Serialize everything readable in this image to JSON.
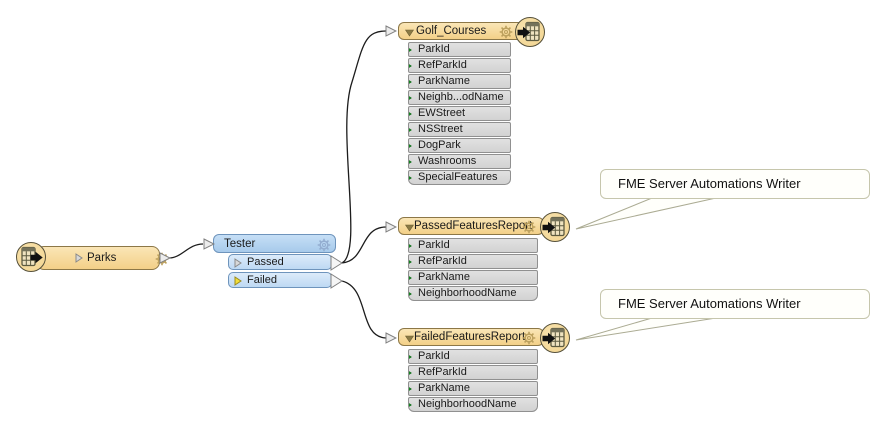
{
  "workspace": {
    "kind": "fme-workbench-canvas"
  },
  "colors": {
    "node_orange": "#F5D28E",
    "node_orange_border": "#8C7747",
    "node_blue": "#B7D5F1",
    "node_blue_border": "#6E94BC",
    "attribute_row": "#D9D9D9",
    "attribute_port_green": "#1EA32C",
    "failed_port_yellow": "#F2DE3B",
    "tooltip_bg": "#FFFFFB",
    "wire": "#1C1C1C"
  },
  "nodes": {
    "parks": {
      "label": "Parks",
      "kind": "reader-feature-type",
      "icons": [
        "reader-table-icon",
        "gear-icon"
      ]
    },
    "tester": {
      "label": "Tester",
      "kind": "transformer",
      "output_ports": [
        {
          "label": "Passed"
        },
        {
          "label": "Failed"
        }
      ]
    },
    "golf_courses": {
      "label": "Golf_Courses",
      "kind": "writer-feature-type",
      "attributes": [
        "ParkId",
        "RefParkId",
        "ParkName",
        "Neighb...odName",
        "EWStreet",
        "NSStreet",
        "DogPark",
        "Washrooms",
        "SpecialFeatures"
      ]
    },
    "passed_features_report": {
      "label": "PassedFeaturesReport",
      "kind": "writer-feature-type",
      "attributes": [
        "ParkId",
        "RefParkId",
        "ParkName",
        "NeighborhoodName"
      ]
    },
    "failed_features_report": {
      "label": "FailedFeaturesReport",
      "kind": "writer-feature-type",
      "attributes": [
        "ParkId",
        "RefParkId",
        "ParkName",
        "NeighborhoodName"
      ]
    }
  },
  "annotations": [
    {
      "text": "FME Server Automations Writer"
    },
    {
      "text": "FME Server Automations Writer"
    }
  ]
}
